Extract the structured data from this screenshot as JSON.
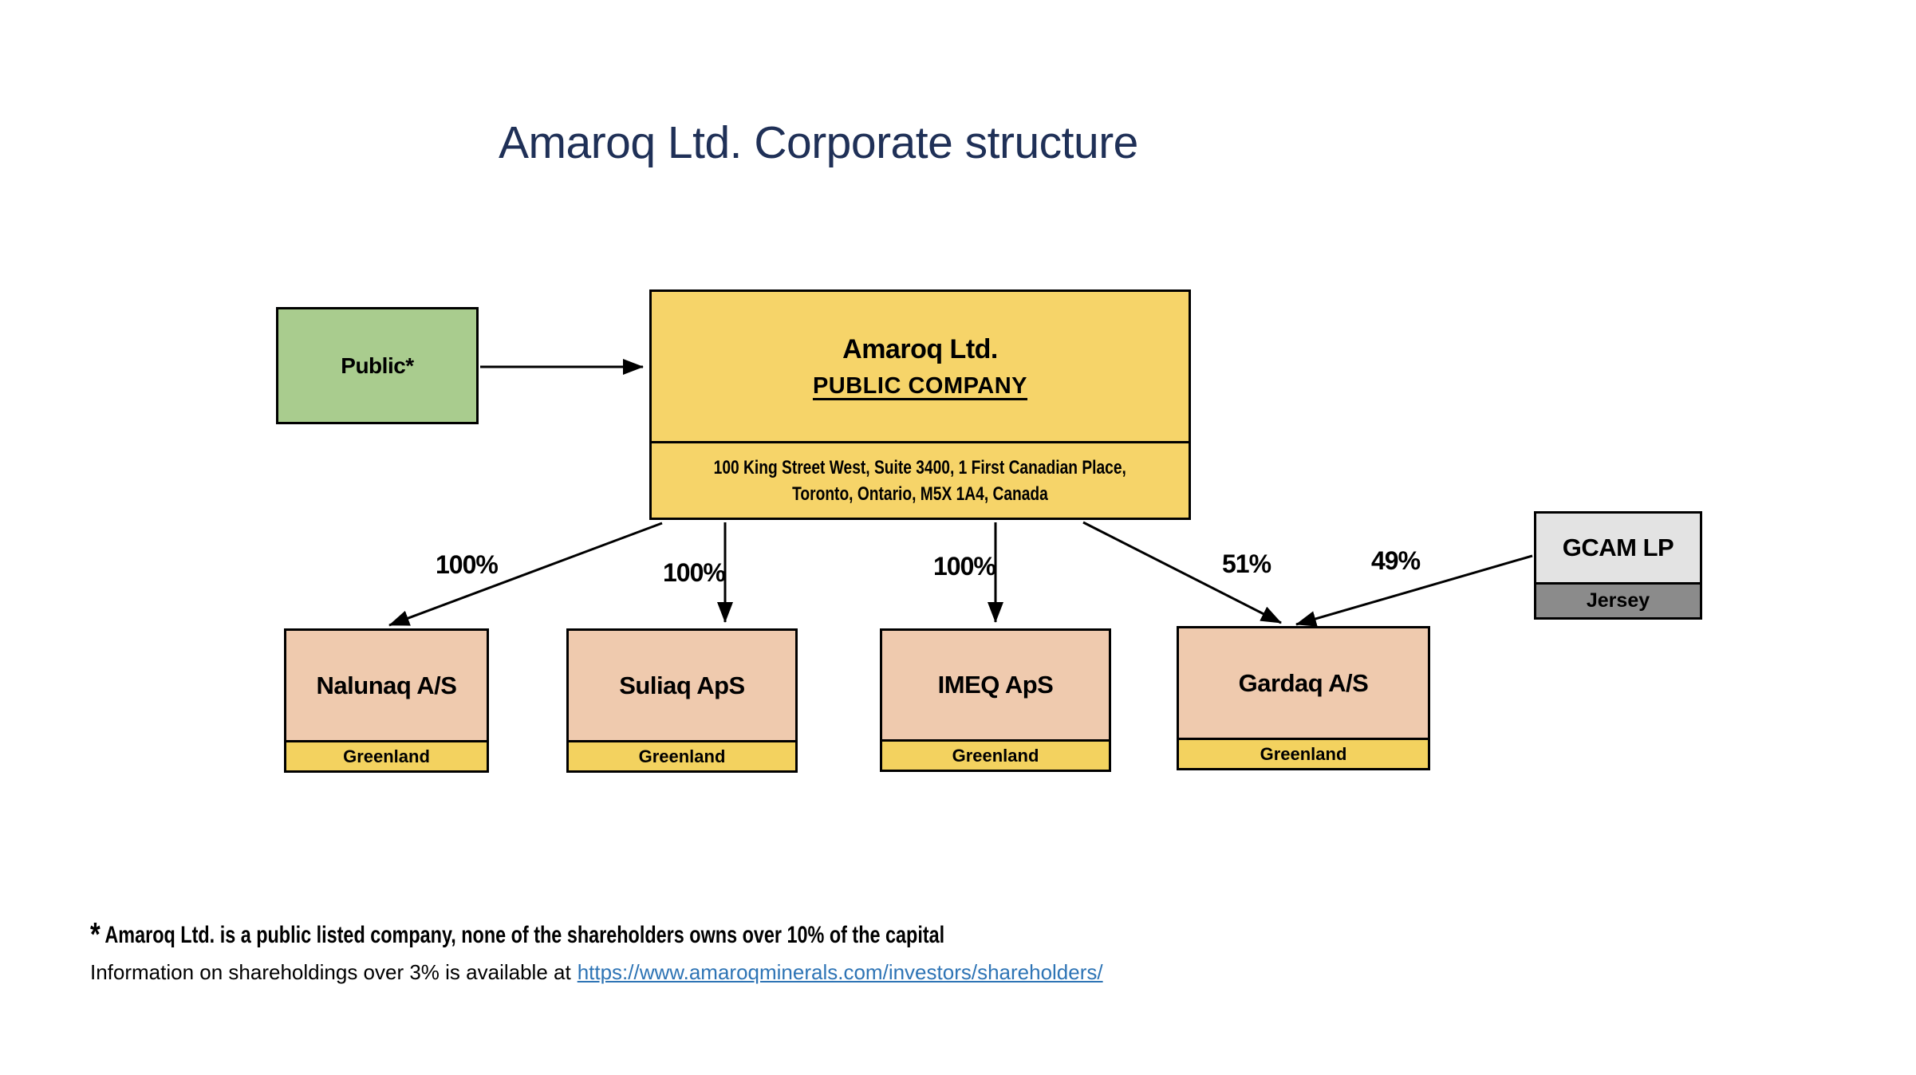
{
  "slide": {
    "title": "Amaroq Ltd. Corporate structure"
  },
  "nodes": {
    "public": {
      "label": "Public*"
    },
    "amaroq": {
      "name": "Amaroq Ltd.",
      "subtitle": "PUBLIC COMPANY",
      "address_line1": "100 King Street West, Suite 3400, 1 First Canadian Place,",
      "address_line2": "Toronto, Ontario, M5X 1A4, Canada"
    },
    "gcam": {
      "name": "GCAM LP",
      "jurisdiction": "Jersey"
    }
  },
  "subsidiaries": [
    {
      "name": "Nalunaq A/S",
      "jurisdiction": "Greenland"
    },
    {
      "name": "Suliaq ApS",
      "jurisdiction": "Greenland"
    },
    {
      "name": "IMEQ ApS",
      "jurisdiction": "Greenland"
    },
    {
      "name": "Gardaq A/S",
      "jurisdiction": "Greenland"
    }
  ],
  "ownership_labels": [
    {
      "from": "Amaroq Ltd.",
      "to": "Nalunaq A/S",
      "label": "100%"
    },
    {
      "from": "Amaroq Ltd.",
      "to": "Suliaq ApS",
      "label": "100%"
    },
    {
      "from": "Amaroq Ltd.",
      "to": "IMEQ ApS",
      "label": "100%"
    },
    {
      "from": "Amaroq Ltd.",
      "to": "Gardaq A/S",
      "label": "51%"
    },
    {
      "from": "GCAM LP",
      "to": "Gardaq A/S",
      "label": "49%"
    }
  ],
  "footnote": {
    "asterisk": "*",
    "line1": " Amaroq Ltd. is a public listed company, none of the shareholders owns over 10% of the capital",
    "line2_prefix": "Information on shareholdings over 3% is available at",
    "link_text": "https://www.amaroqminerals.com/investors/shareholders/"
  },
  "colors": {
    "title_navy": "#1f3057",
    "company_yellow": "#f6d469",
    "public_green": "#a9cc8e",
    "subsidiary_peach": "#efcaae",
    "greenland_yellow": "#f3d25f",
    "gcam_light_gray": "#e3e3e3",
    "jersey_gray": "#8b8b8b",
    "link_blue": "#2e74b5",
    "line_black": "#000000"
  }
}
